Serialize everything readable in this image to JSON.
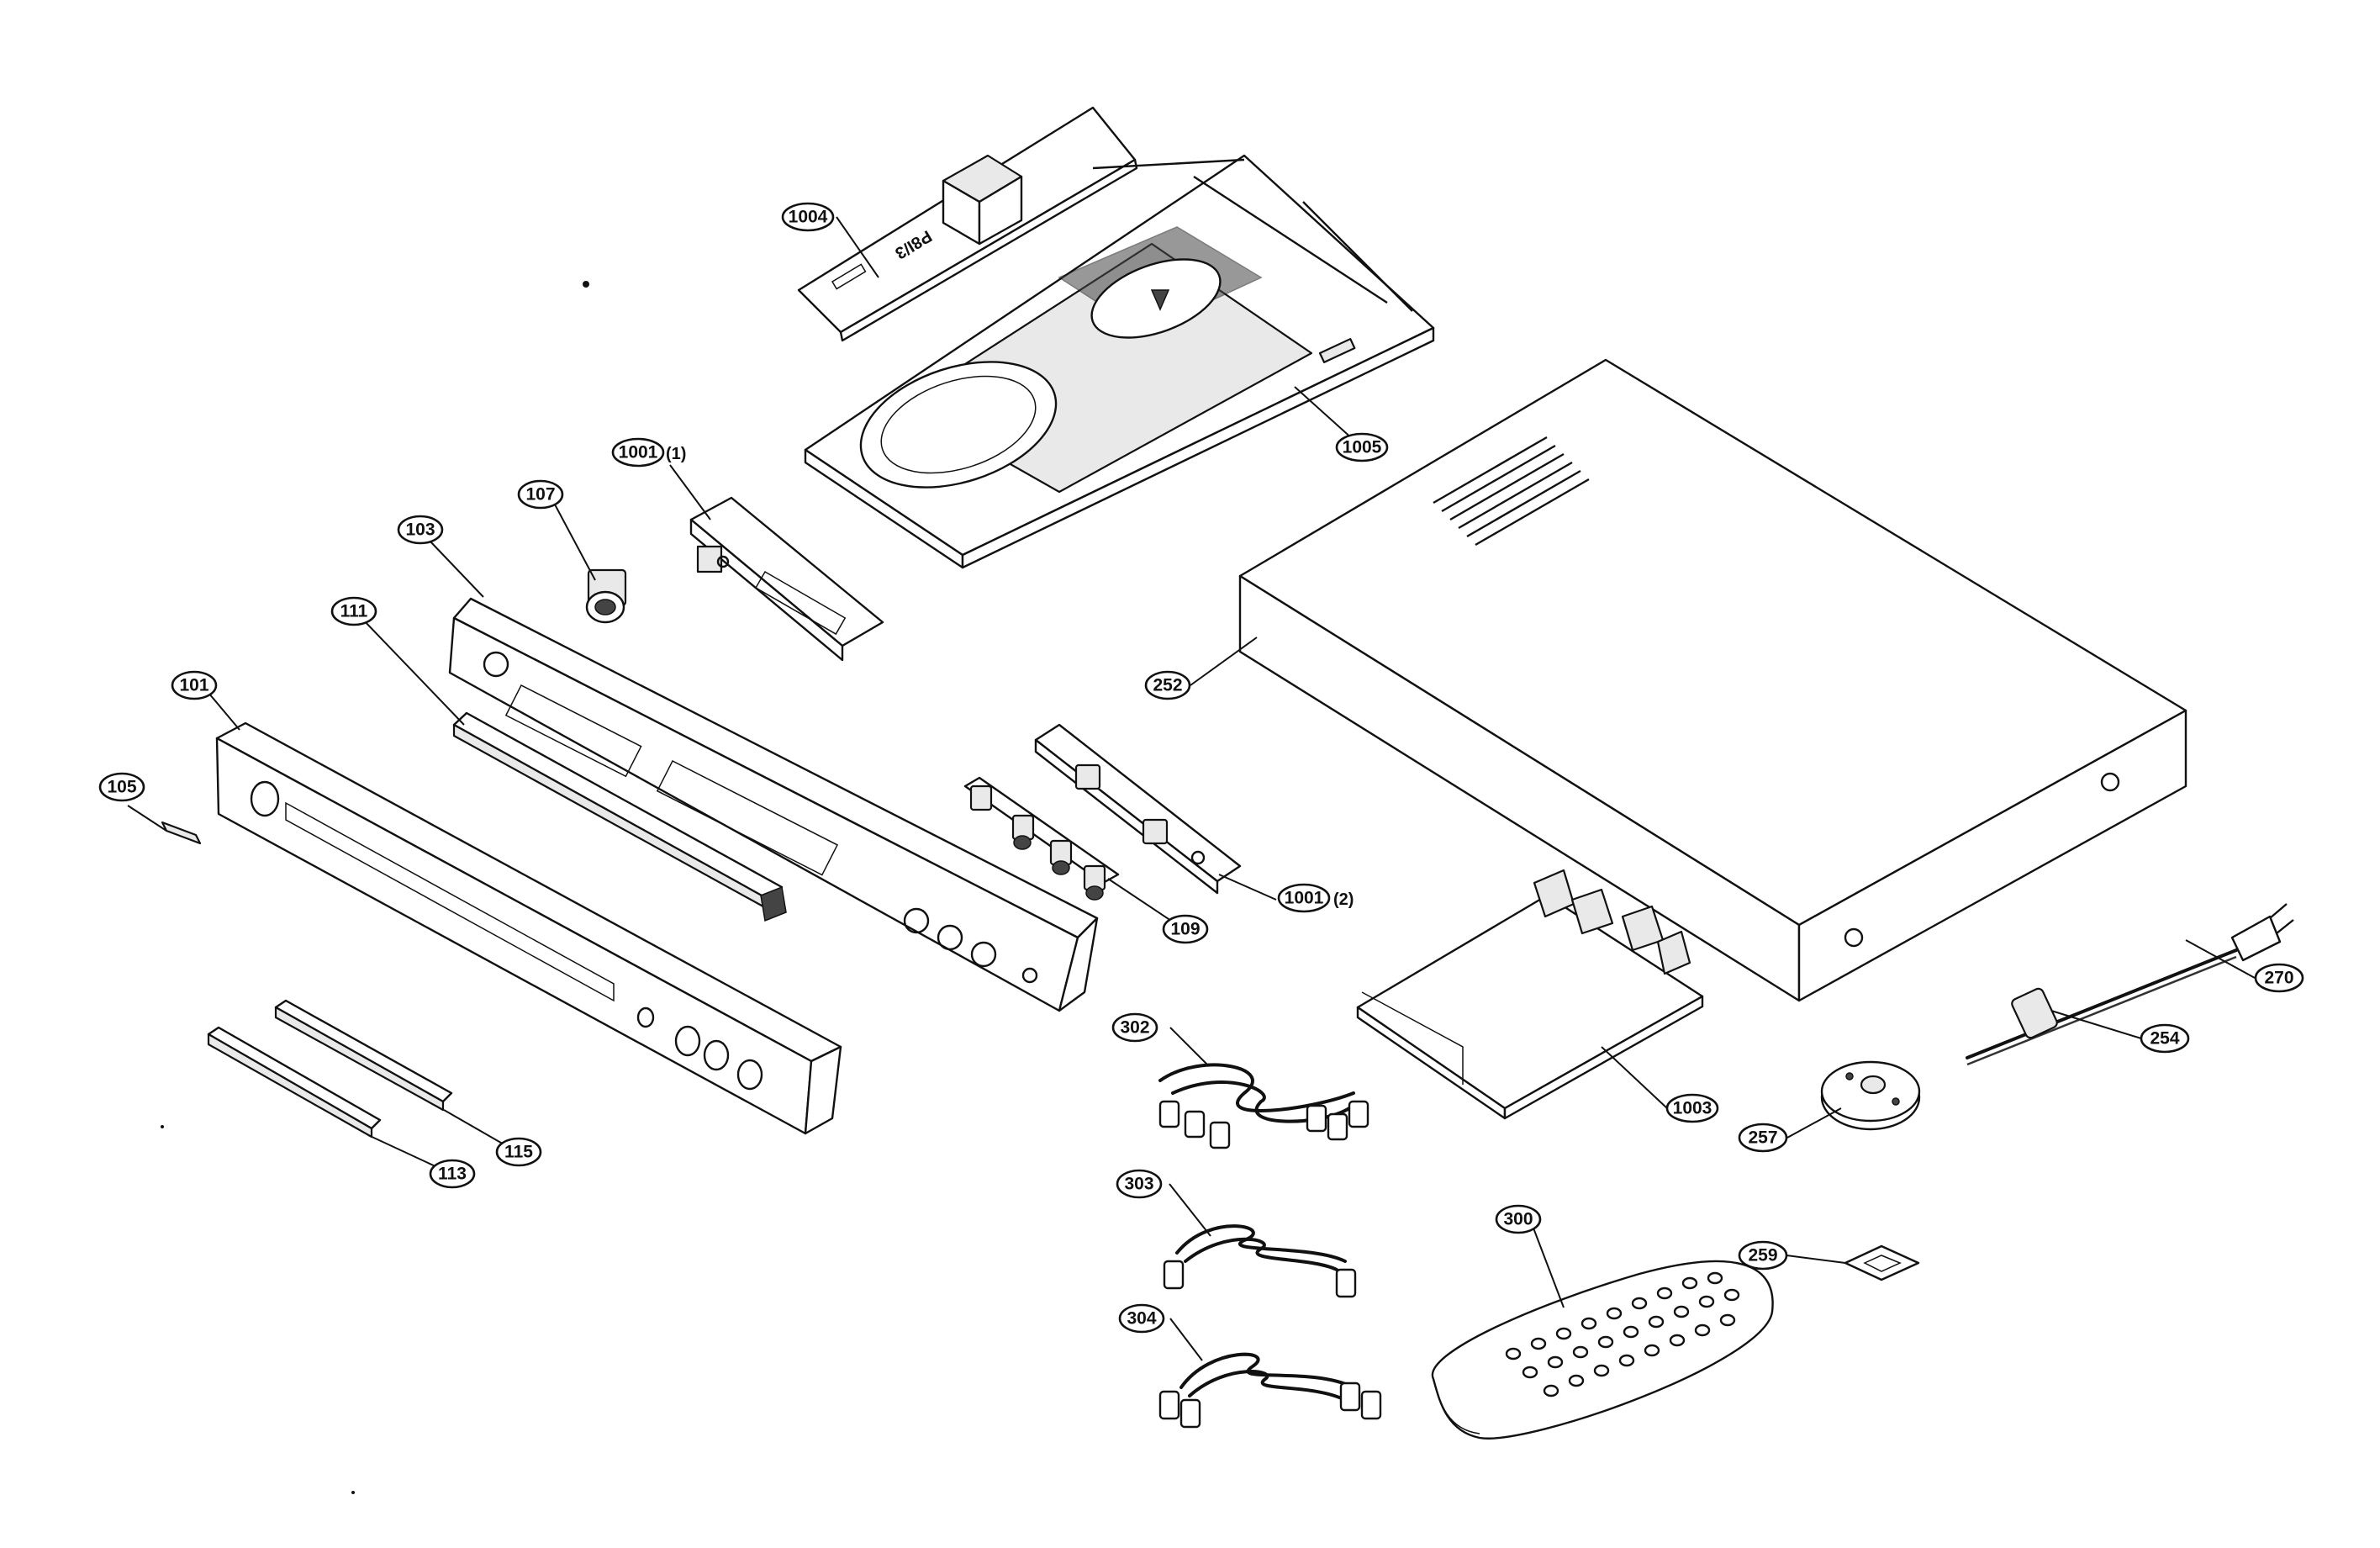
{
  "callouts": [
    {
      "id": "p1004",
      "label": "1004"
    },
    {
      "id": "p1005",
      "label": "1005"
    },
    {
      "id": "p1001a",
      "label": "1001",
      "suffix": "(1)"
    },
    {
      "id": "p107",
      "label": "107"
    },
    {
      "id": "p103",
      "label": "103"
    },
    {
      "id": "p111",
      "label": "111"
    },
    {
      "id": "p101",
      "label": "101"
    },
    {
      "id": "p105",
      "label": "105"
    },
    {
      "id": "p252",
      "label": "252"
    },
    {
      "id": "p109",
      "label": "109"
    },
    {
      "id": "p1001b",
      "label": "1001",
      "suffix": "(2)"
    },
    {
      "id": "p270",
      "label": "270"
    },
    {
      "id": "p254",
      "label": "254"
    },
    {
      "id": "p1003",
      "label": "1003"
    },
    {
      "id": "p302",
      "label": "302"
    },
    {
      "id": "p257",
      "label": "257"
    },
    {
      "id": "p115",
      "label": "115"
    },
    {
      "id": "p113",
      "label": "113"
    },
    {
      "id": "p303",
      "label": "303"
    },
    {
      "id": "p300",
      "label": "300"
    },
    {
      "id": "p259",
      "label": "259"
    },
    {
      "id": "p304",
      "label": "304"
    }
  ],
  "pcb_marking": "P8I/3"
}
